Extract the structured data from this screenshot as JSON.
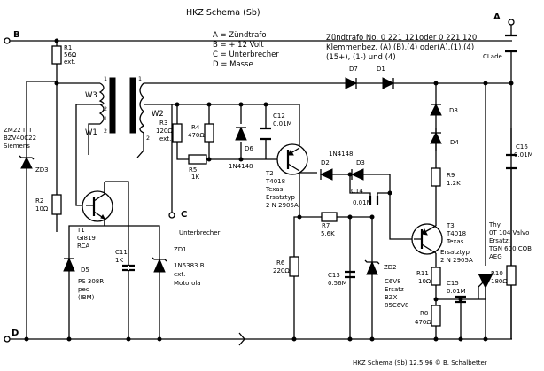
{
  "title": "HKZ Schema (Sb)",
  "legend": [
    "A = Zündtrafo",
    "B = + 12 Volt",
    "C = Unterbrecher",
    "D = Masse"
  ],
  "coil_note": [
    "Zündtrafo No. 0 221 121oder 0 221 120",
    "Klemmenbez. (A),(B),(4) oder(A),(1),(4)",
    "(15+), (1-) und (4)"
  ],
  "footer": "HKZ Schema (Sb) 12.5.96 © B. Schalbetter",
  "terminals": {
    "a": "A",
    "b": "B",
    "c": "C",
    "d": "D",
    "c_sub": "Unterbrecher"
  },
  "transformer": {
    "w3": "W3",
    "w1": "W1",
    "w2": "W2",
    "p1": "1",
    "p2": "2",
    "p2b": "2",
    "p1s": "1",
    "p1r": "1",
    "p2s": "2"
  },
  "components": {
    "r1": [
      "R1",
      "56Ω",
      "ext."
    ],
    "zd3": [
      "ZM22 ITT",
      "BZV40C22",
      "Siemens",
      "ZD3"
    ],
    "r2": [
      "R2",
      "10Ω"
    ],
    "t1": [
      "T1",
      "GI819",
      "RCA"
    ],
    "d5": [
      "D5",
      "PS 308R",
      "pec",
      "(IBM)"
    ],
    "c11": [
      "C11",
      "1K"
    ],
    "zd1": [
      "ZD1",
      "1N5383 B",
      "ext.",
      "Motorola"
    ],
    "r3": [
      "R3",
      "120Ω",
      "ext."
    ],
    "r4": [
      "R4",
      "470Ω"
    ],
    "d6": [
      "D6",
      "1N4148"
    ],
    "r5": [
      "R5",
      "1K"
    ],
    "c12": [
      "C12",
      "0.01M"
    ],
    "t2": [
      "T2",
      "T4018",
      "Texas",
      "Ersatztyp",
      "2 N 2905A"
    ],
    "d2d3": [
      "D2",
      "1N4148",
      "D3"
    ],
    "d7": "D7",
    "d1": "D1",
    "d8": "D8",
    "d4": "D4",
    "r9": [
      "R9",
      "1.2K"
    ],
    "c14": [
      "C14",
      "0.01M"
    ],
    "r7": [
      "R7",
      "5.6K"
    ],
    "r6": [
      "R6",
      "220Ω"
    ],
    "c13": [
      "C13",
      "0.56M"
    ],
    "zd2": [
      "ZD2",
      "C6V8",
      "Ersatz",
      "BZX",
      "85C6V8"
    ],
    "t3": [
      "T3",
      "T4018",
      "Texas",
      "Ersatztyp",
      "2 N 2905A"
    ],
    "r11": [
      "R11",
      "10Ω"
    ],
    "c15": [
      "C15",
      "0.01M"
    ],
    "r8": [
      "R8",
      "470Ω"
    ],
    "c16": [
      "C16",
      "0.01M"
    ],
    "thy": [
      "Thy",
      "0T 104 Valvo",
      "Ersatz:",
      "TGN 600 COB",
      "AEG"
    ],
    "r10": [
      "R10",
      "180Ω"
    ],
    "cladung": "CLade"
  }
}
